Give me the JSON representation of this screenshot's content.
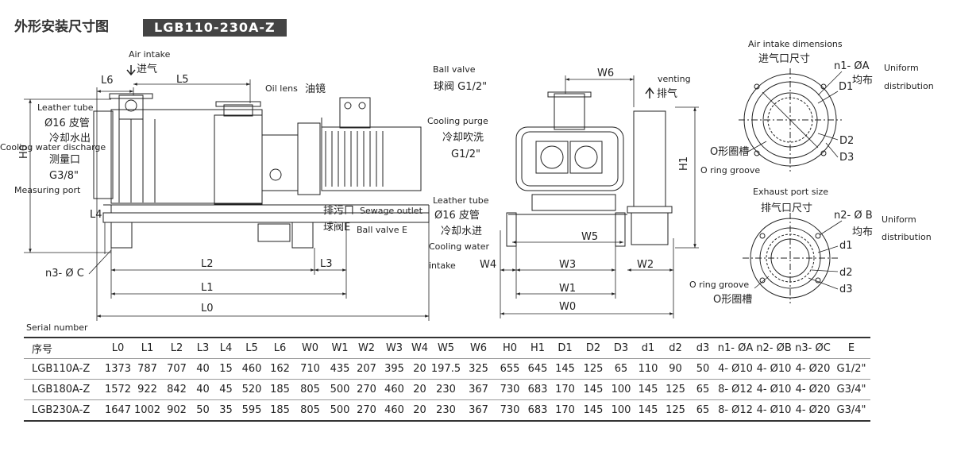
{
  "title": {
    "cn": "外形安装尺寸图",
    "model": "LGB110-230A-Z"
  },
  "labels": {
    "air_intake_en": "Air intake",
    "air_intake_cn": "进气",
    "oil_lens_en": "Oil lens",
    "oil_lens_cn": "油镜",
    "leather_tube_left_en": "Leather tube",
    "leather_tube_left_cn": "Ø16 皮管",
    "cooling_discharge_cn": "冷却水出",
    "cooling_discharge_en": "Cooling water discharge",
    "measuring_port_cn": "测量口",
    "measuring_port_size": "G3/8\"",
    "measuring_port_en": "Measuring port",
    "sewage_cn_1": "排污口",
    "sewage_cn_2": "球阀E",
    "sewage_outlet_en": "Sewage outlet",
    "ball_valve_e_en": "Ball valve E",
    "n3_c": "n3- Ø C",
    "ball_valve_en": "Ball valve",
    "ball_valve_cn": "球阀 G1/2\"",
    "cooling_purge_en": "Cooling purge",
    "cooling_purge_cn": "冷却吹洗",
    "cooling_purge_size": "G1/2\"",
    "leather_tube_right_en": "Leather tube",
    "leather_tube_right_cn": "Ø16 皮管",
    "cooling_intake_cn": "冷却水进",
    "cooling_intake_en_1": "Cooling water",
    "cooling_intake_en_2": "intake",
    "venting_en": "venting",
    "venting_cn": "排气",
    "air_intake_dims_en": "Air intake dimensions",
    "air_intake_dims_cn": "进气口尺寸",
    "n1_a": "n1- ØA",
    "uniform_cn_1": "均布",
    "uniform_en_1a": "Uniform",
    "uniform_en_1b": "distribution",
    "o_ring_groove_cn_1": "O形圈槽",
    "o_ring_groove_en_1": "O ring groove",
    "exhaust_port_en": "Exhaust port size",
    "exhaust_port_cn": "排气口尺寸",
    "n2_b": "n2- Ø B",
    "uniform_cn_2": "均布",
    "uniform_en_2a": "Uniform",
    "uniform_en_2b": "distribution",
    "o_ring_groove_en_2": "O ring groove",
    "o_ring_groove_cn_2": "O形圈槽",
    "serial_number_en": "Serial number"
  },
  "dims": {
    "L6": "L6",
    "L5": "L5",
    "L4": "L4",
    "L3": "L3",
    "L2": "L2",
    "L1": "L1",
    "L0": "L0",
    "H0": "H0",
    "W6": "W6",
    "W5": "W5",
    "W4": "W4",
    "W3": "W3",
    "W2": "W2",
    "W1": "W1",
    "W0": "W0",
    "H1": "H1",
    "D1": "D1",
    "D2": "D2",
    "D3": "D3",
    "d1": "d1",
    "d2": "d2",
    "d3": "d3"
  },
  "table": {
    "headers": [
      "序号",
      "L0",
      "L1",
      "L2",
      "L3",
      "L4",
      "L5",
      "L6",
      "W0",
      "W1",
      "W2",
      "W3",
      "W4",
      "W5",
      "W6",
      "H0",
      "H1",
      "D1",
      "D2",
      "D3",
      "d1",
      "d2",
      "d3",
      "n1- ØA",
      "n2- ØB",
      "n3- ØC",
      "E"
    ],
    "rows": [
      [
        "LGB110A-Z",
        "1373",
        "787",
        "707",
        "40",
        "15",
        "460",
        "162",
        "710",
        "435",
        "207",
        "395",
        "20",
        "197.5",
        "325",
        "655",
        "645",
        "145",
        "125",
        "65",
        "110",
        "90",
        "50",
        "4- Ø10",
        "4- Ø10",
        "4- Ø20",
        "G1/2\""
      ],
      [
        "LGB180A-Z",
        "1572",
        "922",
        "842",
        "40",
        "45",
        "520",
        "185",
        "805",
        "500",
        "270",
        "460",
        "20",
        "230",
        "367",
        "730",
        "683",
        "170",
        "145",
        "100",
        "145",
        "125",
        "65",
        "8- Ø12",
        "4- Ø10",
        "4- Ø20",
        "G3/4\""
      ],
      [
        "LGB230A-Z",
        "1647",
        "1002",
        "902",
        "50",
        "35",
        "595",
        "185",
        "805",
        "500",
        "270",
        "460",
        "20",
        "230",
        "367",
        "730",
        "683",
        "170",
        "145",
        "100",
        "145",
        "125",
        "65",
        "8- Ø12",
        "4- Ø10",
        "4- Ø20",
        "G3/4\""
      ]
    ]
  }
}
